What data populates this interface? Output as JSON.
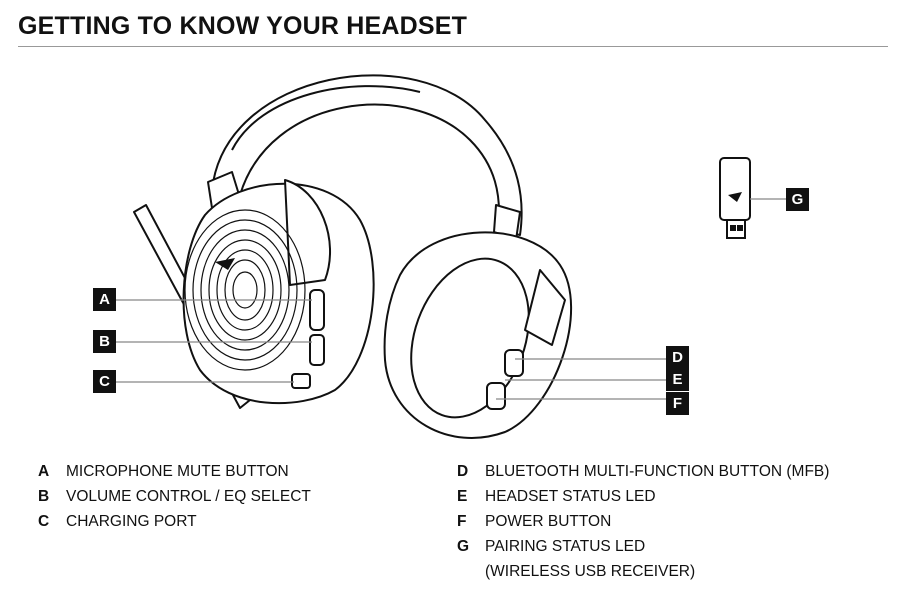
{
  "title": "GETTING TO KNOW YOUR HEADSET",
  "callouts": {
    "a": "A",
    "b": "B",
    "c": "C",
    "d": "D",
    "e": "E",
    "f": "F",
    "g": "G"
  },
  "legend_left": [
    {
      "letter": "A",
      "text": "MICROPHONE MUTE BUTTON"
    },
    {
      "letter": "B",
      "text": "VOLUME CONTROL / EQ SELECT"
    },
    {
      "letter": "C",
      "text": "CHARGING PORT"
    }
  ],
  "legend_right": [
    {
      "letter": "D",
      "text": "BLUETOOTH MULTI-FUNCTION BUTTON (MFB)"
    },
    {
      "letter": "E",
      "text": "HEADSET STATUS LED"
    },
    {
      "letter": "F",
      "text": "POWER BUTTON"
    },
    {
      "letter": "G",
      "text": "PAIRING STATUS LED",
      "text2": "(WIRELESS USB RECEIVER)"
    }
  ]
}
